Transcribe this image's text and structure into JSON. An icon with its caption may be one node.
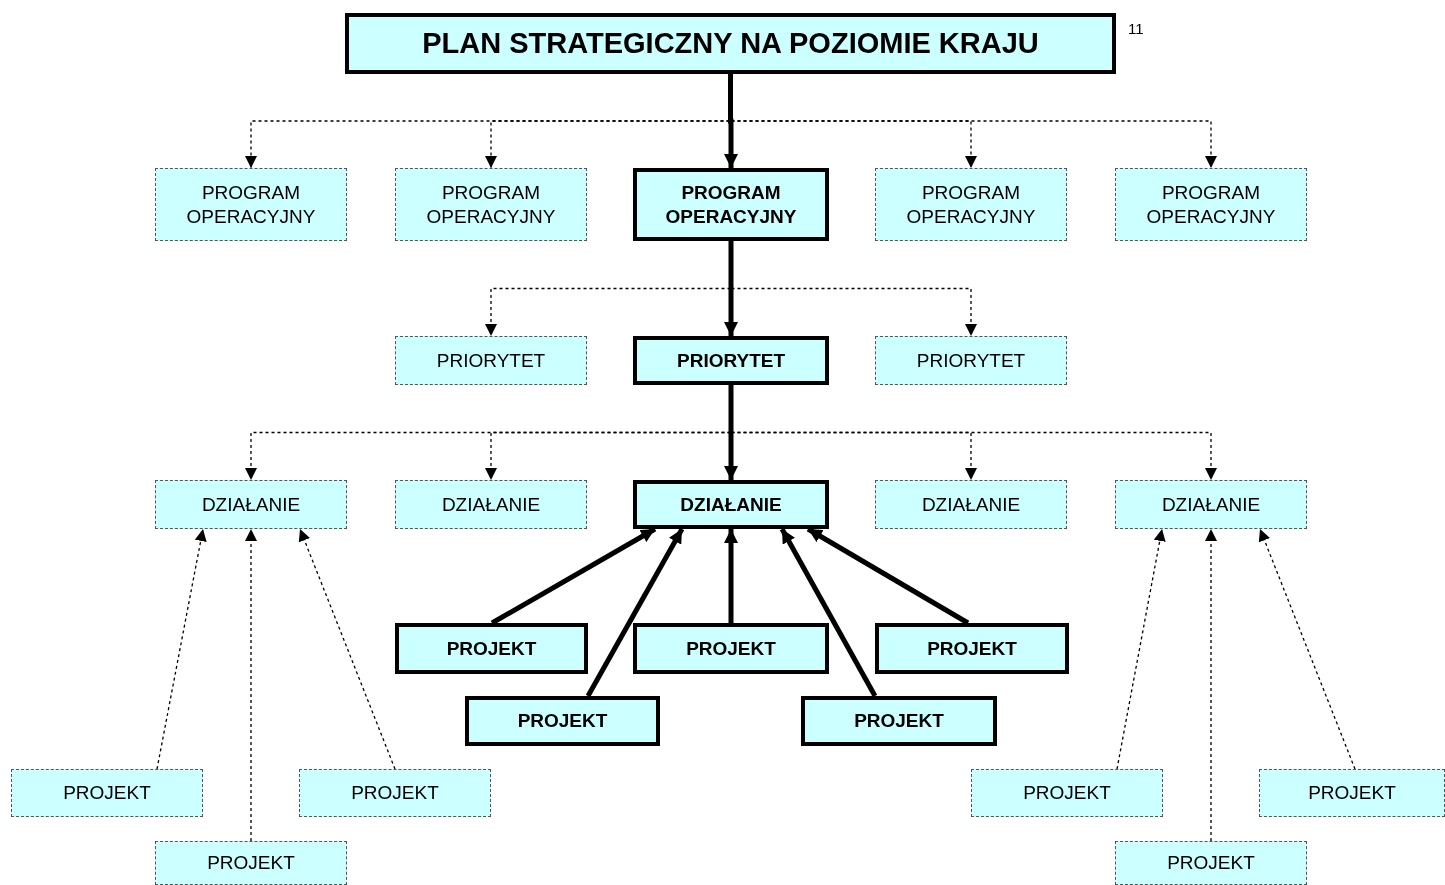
{
  "diagram": {
    "nodes": [
      {
        "text": [
          "PLAN STRATEGICZNY NA POZIOMIE KRAJU"
        ]
      },
      {
        "text": [
          "PROGRAM OPERACYJNY"
        ]
      },
      {
        "text": [
          "PROGRAM OPERACYJNY"
        ]
      },
      {
        "text": [
          "PROGRAM OPERACYJNY"
        ]
      },
      {
        "text": [
          "PROGRAM OPERACYJNY"
        ]
      },
      {
        "text": [
          "PROGRAM OPERACYJNY"
        ]
      },
      {
        "text": [
          "PRIORYTET"
        ]
      },
      {
        "text": [
          "PRIORYTET"
        ]
      },
      {
        "text": [
          "PRIORYTET"
        ]
      },
      {
        "text": [
          "DZIAŁANIE"
        ]
      },
      {
        "text": [
          "DZIAŁANIE"
        ]
      },
      {
        "text": [
          "DZIAŁANIE"
        ]
      },
      {
        "text": [
          "DZIAŁANIE"
        ]
      },
      {
        "text": [
          "DZIAŁANIE"
        ]
      },
      {
        "text": [
          "PROJEKT"
        ]
      },
      {
        "text": [
          "PROJEKT"
        ]
      },
      {
        "text": [
          "PROJEKT"
        ]
      },
      {
        "text": [
          "PROJEKT"
        ]
      },
      {
        "text": [
          "PROJEKT"
        ]
      },
      {
        "text": [
          "PROJEKT"
        ]
      },
      {
        "text": [
          "PROJEKT"
        ]
      },
      {
        "text": [
          "PROJEKT"
        ]
      },
      {
        "text": [
          "PROJEKT"
        ]
      },
      {
        "text": [
          "PROJEKT"
        ]
      },
      {
        "text": [
          "PROJEKT"
        ]
      }
    ],
    "edges": [
      {
        "from": 0,
        "to": 1,
        "arrow": "to",
        "style": "dashed"
      },
      {
        "from": 0,
        "to": 2,
        "arrow": "to",
        "style": "dashed"
      },
      {
        "from": 0,
        "to": 3,
        "arrow": "to",
        "style": "thick"
      },
      {
        "from": 0,
        "to": 4,
        "arrow": "to",
        "style": "dashed"
      },
      {
        "from": 0,
        "to": 5,
        "arrow": "to",
        "style": "dashed"
      },
      {
        "from": 3,
        "to": 6,
        "arrow": "to",
        "style": "dashed"
      },
      {
        "from": 3,
        "to": 7,
        "arrow": "to",
        "style": "thick"
      },
      {
        "from": 3,
        "to": 8,
        "arrow": "to",
        "style": "dashed"
      },
      {
        "from": 7,
        "to": 9,
        "arrow": "to",
        "style": "dashed"
      },
      {
        "from": 7,
        "to": 10,
        "arrow": "to",
        "style": "dashed"
      },
      {
        "from": 7,
        "to": 11,
        "arrow": "to",
        "style": "thick"
      },
      {
        "from": 7,
        "to": 12,
        "arrow": "to",
        "style": "dashed"
      },
      {
        "from": 7,
        "to": 13,
        "arrow": "to",
        "style": "dashed"
      },
      {
        "from": 14,
        "to": 11,
        "arrow": "to",
        "style": "thick"
      },
      {
        "from": 17,
        "to": 11,
        "arrow": "to",
        "style": "thick"
      },
      {
        "from": 15,
        "to": 11,
        "arrow": "to",
        "style": "thick"
      },
      {
        "from": 18,
        "to": 11,
        "arrow": "to",
        "style": "thick"
      },
      {
        "from": 16,
        "to": 11,
        "arrow": "to",
        "style": "thick"
      },
      {
        "from": 19,
        "to": 9,
        "arrow": "to",
        "style": "dashed"
      },
      {
        "from": 21,
        "to": 9,
        "arrow": "to",
        "style": "dashed"
      },
      {
        "from": 20,
        "to": 9,
        "arrow": "to",
        "style": "dashed"
      },
      {
        "from": 22,
        "to": 13,
        "arrow": "to",
        "style": "dashed"
      },
      {
        "from": 24,
        "to": 13,
        "arrow": "to",
        "style": "dashed"
      },
      {
        "from": 23,
        "to": 13,
        "arrow": "to",
        "style": "dashed"
      }
    ],
    "labels": [
      "11"
    ]
  }
}
